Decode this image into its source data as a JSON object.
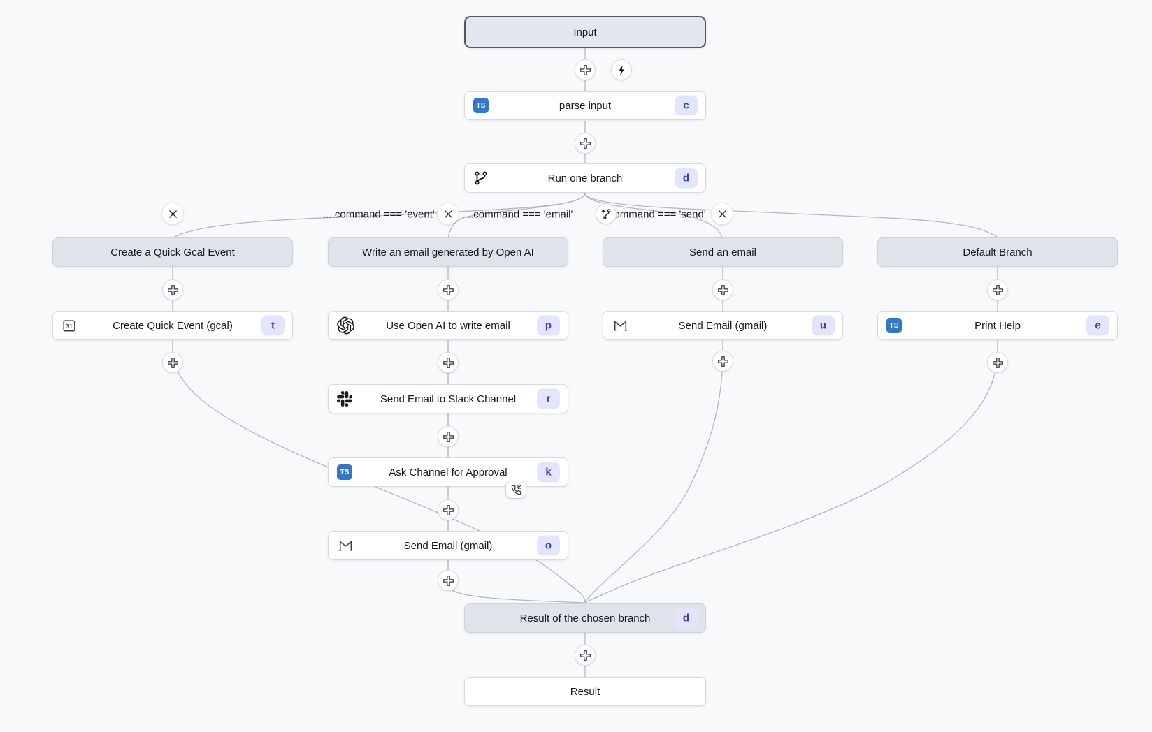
{
  "flow": {
    "input": {
      "label": "Input",
      "selected": true
    },
    "parse_input": {
      "label": "parse input",
      "badge": "c",
      "icon": "typescript-icon"
    },
    "run_one_branch": {
      "label": "Run one branch",
      "badge": "d",
      "icon": "git-branch-icon"
    },
    "result_chosen": {
      "label": "Result of the chosen branch",
      "badge": "d"
    },
    "result": {
      "label": "Result"
    }
  },
  "branches": [
    {
      "header": "Create a Quick Gcal Event",
      "condition": "....command === 'event'",
      "steps": [
        {
          "label": "Create Quick Event (gcal)",
          "badge": "t",
          "icon": "gcal-icon"
        }
      ]
    },
    {
      "header": "Write an email generated by Open AI",
      "condition": "....command === 'email'",
      "steps": [
        {
          "label": "Use Open AI to write email",
          "badge": "p",
          "icon": "openai-icon"
        },
        {
          "label": "Send Email to Slack Channel",
          "badge": "r",
          "icon": "slack-icon"
        },
        {
          "label": "Ask Channel for Approval",
          "badge": "k",
          "icon": "typescript-icon",
          "suspend": true
        },
        {
          "label": "Send Email (gmail)",
          "badge": "o",
          "icon": "gmail-icon"
        }
      ]
    },
    {
      "header": "Send an email",
      "condition": "....command === 'send'",
      "steps": [
        {
          "label": "Send Email (gmail)",
          "badge": "u",
          "icon": "gmail-icon"
        }
      ]
    },
    {
      "header": "Default Branch",
      "steps": [
        {
          "label": "Print Help",
          "badge": "e",
          "icon": "typescript-icon"
        }
      ]
    }
  ],
  "icons": {
    "ts_label": "TS",
    "gcal_day": "31"
  },
  "colors": {
    "canvas_bg": "#f8f9fb",
    "node_bg": "#ffffff",
    "section_bg": "#dee4ea",
    "selected_border": "#4d5765",
    "badge_bg": "#e2e5fd",
    "badge_text": "#3d3fae",
    "ts_blue": "#3178c6",
    "edge": "#b3b7be"
  }
}
